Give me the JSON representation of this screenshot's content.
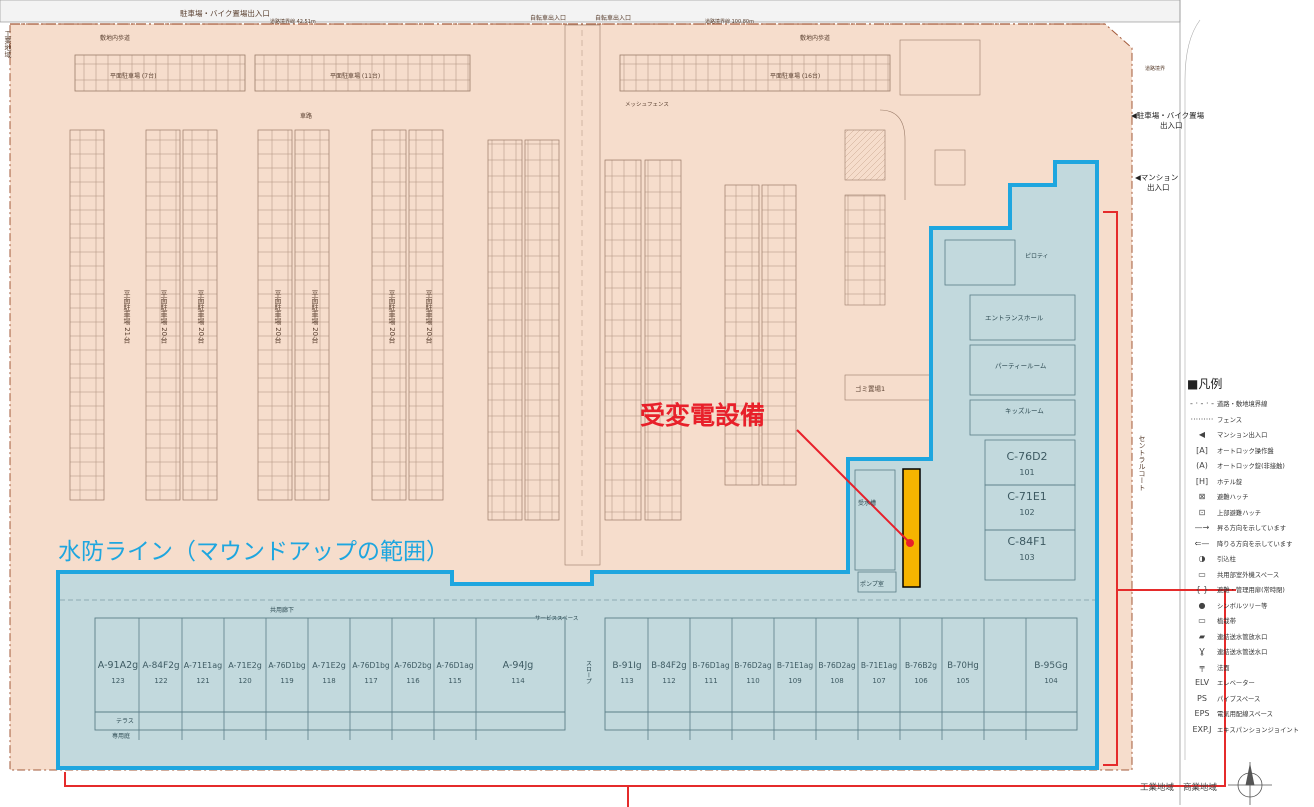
{
  "top_labels": {
    "bike_parking_entrance": "駐車場・バイク置場出入口",
    "road_boundary_left": "道路境界線 42.51m",
    "bicycle_entrance_1": "自転車出入口",
    "bicycle_entrance_2": "自転車出入口",
    "road_boundary_right": "道路境界線 100.80m"
  },
  "left_zone": "工業地域",
  "right_labels": {
    "parking_bike_entrance": "◀駐車場・バイク置場",
    "parking_bike_entrance_2": "出入口",
    "mansion_entrance": "◀マンション",
    "mansion_entrance_2": "出入口",
    "road_marker": "道路境界",
    "central_court": "セントラルコート"
  },
  "bottom_labels": {
    "industrial_zone": "工業地域",
    "commercial_zone": "商業地域"
  },
  "plan_labels": {
    "walkway_left": "敷地内歩道",
    "walkway_right": "敷地内歩道",
    "mesh_fence": "メッシュフェンス",
    "parking_top_left": "平面駐車場 (7台)",
    "parking_top_mid": "平面駐車場 (11台)",
    "parking_top_right": "平面駐車場 (16台)",
    "car_road": "車路",
    "garbage": "ゴミ置場1",
    "entrance_hall": "エントランスホール",
    "piloti": "ピロティ",
    "party_room": "パーティールーム",
    "kids_room": "キッズルーム",
    "slope": "スロープ",
    "terrace": "テラス",
    "private_garden": "専用庭",
    "corridor": "共用廊下",
    "service_space": "サービススペース",
    "pump_room": "ポンプ室",
    "water_tank": "受水槽"
  },
  "callouts": {
    "substation": "受変電設備",
    "flood_line": "水防ライン（マウンドアップの範囲）"
  },
  "units_left": [
    {
      "type": "A-91A2g",
      "no": "123"
    },
    {
      "type": "A-84F2g",
      "no": "122"
    },
    {
      "type": "A-71E1ag",
      "no": "121"
    },
    {
      "type": "A-71E2g",
      "no": "120"
    },
    {
      "type": "A-76D1bg",
      "no": "119"
    },
    {
      "type": "A-71E2g",
      "no": "118"
    },
    {
      "type": "A-76D1bg",
      "no": "117"
    },
    {
      "type": "A-76D2bg",
      "no": "116"
    },
    {
      "type": "A-76D1ag",
      "no": "115"
    },
    {
      "type": "A-94Jg",
      "no": "114"
    }
  ],
  "units_right": [
    {
      "type": "B-91Ig",
      "no": "113"
    },
    {
      "type": "B-84F2g",
      "no": "112"
    },
    {
      "type": "B-76D1ag",
      "no": "111"
    },
    {
      "type": "B-76D2ag",
      "no": "110"
    },
    {
      "type": "B-71E1ag",
      "no": "109"
    },
    {
      "type": "B-76D2ag",
      "no": "108"
    },
    {
      "type": "B-71E1ag",
      "no": "107"
    },
    {
      "type": "B-76B2g",
      "no": "106"
    },
    {
      "type": "B-70Hg",
      "no": "105"
    },
    {
      "type": "B-95Gg",
      "no": "104"
    }
  ],
  "units_east": [
    {
      "type": "C-76D2",
      "no": "101"
    },
    {
      "type": "C-71E1",
      "no": "102"
    },
    {
      "type": "C-84F1",
      "no": "103"
    }
  ],
  "parking_columns": [
    {
      "label": "平面駐車場 21台"
    },
    {
      "label": "平面駐車場 20台"
    },
    {
      "label": "平面駐車場 20台"
    },
    {
      "label": "平面駐車場 20台"
    },
    {
      "label": "平面駐車場 20台"
    },
    {
      "label": "平面駐車場 20台"
    },
    {
      "label": "平面駐車場 20台"
    }
  ],
  "legend": {
    "title": "■凡例",
    "items": [
      {
        "symbol": "- · - · -",
        "label": "道路・敷地境界線"
      },
      {
        "symbol": "·········",
        "label": "フェンス"
      },
      {
        "symbol": "◀",
        "label": "マンション出入口"
      },
      {
        "symbol": "[A]",
        "label": "オートロック操作盤"
      },
      {
        "symbol": "(A)",
        "label": "オートロック錠(非接触)"
      },
      {
        "symbol": "[H]",
        "label": "ホテル錠"
      },
      {
        "symbol": "⊠",
        "label": "避難ハッチ"
      },
      {
        "symbol": "⊡",
        "label": "上部避難ハッチ"
      },
      {
        "symbol": "—→",
        "label": "昇る方向を示しています"
      },
      {
        "symbol": "⇐—",
        "label": "降りる方向を示しています"
      },
      {
        "symbol": "◑",
        "label": "引込柱"
      },
      {
        "symbol": "▭",
        "label": "共用部室外機スペース"
      },
      {
        "symbol": "{ }",
        "label": "避難・管理用扉(常時閉)"
      },
      {
        "symbol": "●",
        "label": "シンボルツリー等"
      },
      {
        "symbol": "▭",
        "label": "植栽帯"
      },
      {
        "symbol": "▰",
        "label": "連結送水管放水口"
      },
      {
        "symbol": "Ɣ",
        "label": "連結送水管送水口"
      },
      {
        "symbol": "╤",
        "label": "法面"
      },
      {
        "symbol": "ELV",
        "label": "エレベーター"
      },
      {
        "symbol": "PS",
        "label": "パイプスペース"
      },
      {
        "symbol": "EPS",
        "label": "電気用配線スペース"
      },
      {
        "symbol": "EXP.J",
        "label": "エキスパンションジョイント"
      }
    ]
  },
  "colors": {
    "site_fill": "#f6ddcc",
    "flood_fill": "#b9d8df",
    "flood_stroke": "#1ea6df",
    "callout_red": "#e8202a",
    "substation_fill": "#f5b400",
    "bracket_red": "#e52b2b"
  }
}
